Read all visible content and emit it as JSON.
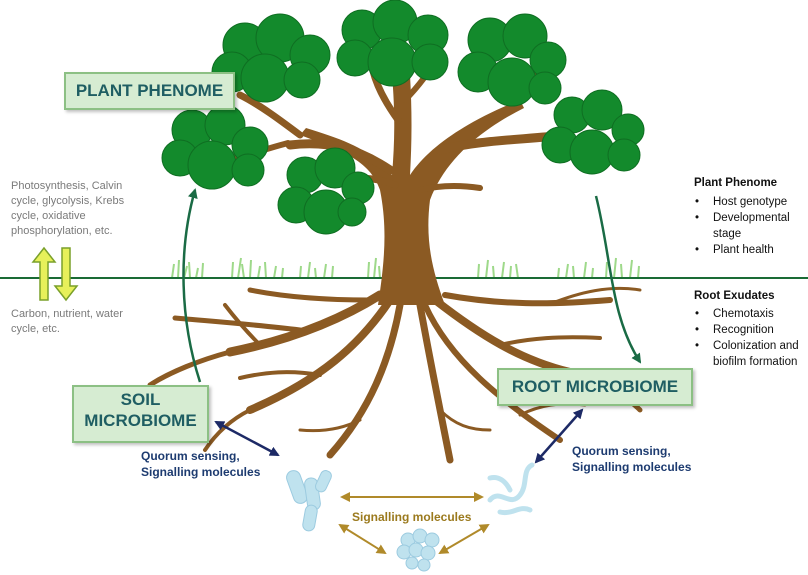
{
  "labels": {
    "plant_phenome_box": "PLANT PHENOME",
    "soil_microbiome_line1": "SOIL",
    "soil_microbiome_line2": "MICROBIOME",
    "root_microbiome_box": "ROOT MICROBIOME"
  },
  "processes": {
    "above_ground": [
      "Photosynthesis, Calvin",
      "cycle, glycolysis, Krebs",
      "cycle, oxidative",
      "phosphorylation, etc."
    ],
    "below_ground": [
      "Carbon, nutrient, water",
      "cycle, etc."
    ]
  },
  "signals": {
    "left": [
      "Quorum sensing,",
      "Signalling molecules"
    ],
    "right": [
      "Quorum sensing,",
      "Signalling molecules"
    ],
    "center": "Signalling molecules"
  },
  "plant_phenome_list": {
    "title": "Plant Phenome",
    "items": [
      "Host genotype",
      "Developmental",
      "stage",
      "Plant health"
    ]
  },
  "root_exudates_list": {
    "title": "Root Exudates",
    "items": [
      "Chemotaxis",
      "Recognition",
      "Colonization and",
      "biofilm formation"
    ]
  },
  "colors": {
    "canopy": "#138a2c",
    "trunk": "#8b5a23",
    "ground_line": "#1a6b35",
    "box_fill": "#d6ecd2",
    "box_text": "#1f5e63",
    "arrow_navy": "#1d2a66",
    "arrow_gold": "#b08a2a",
    "microbe": "#bfe2ee"
  }
}
